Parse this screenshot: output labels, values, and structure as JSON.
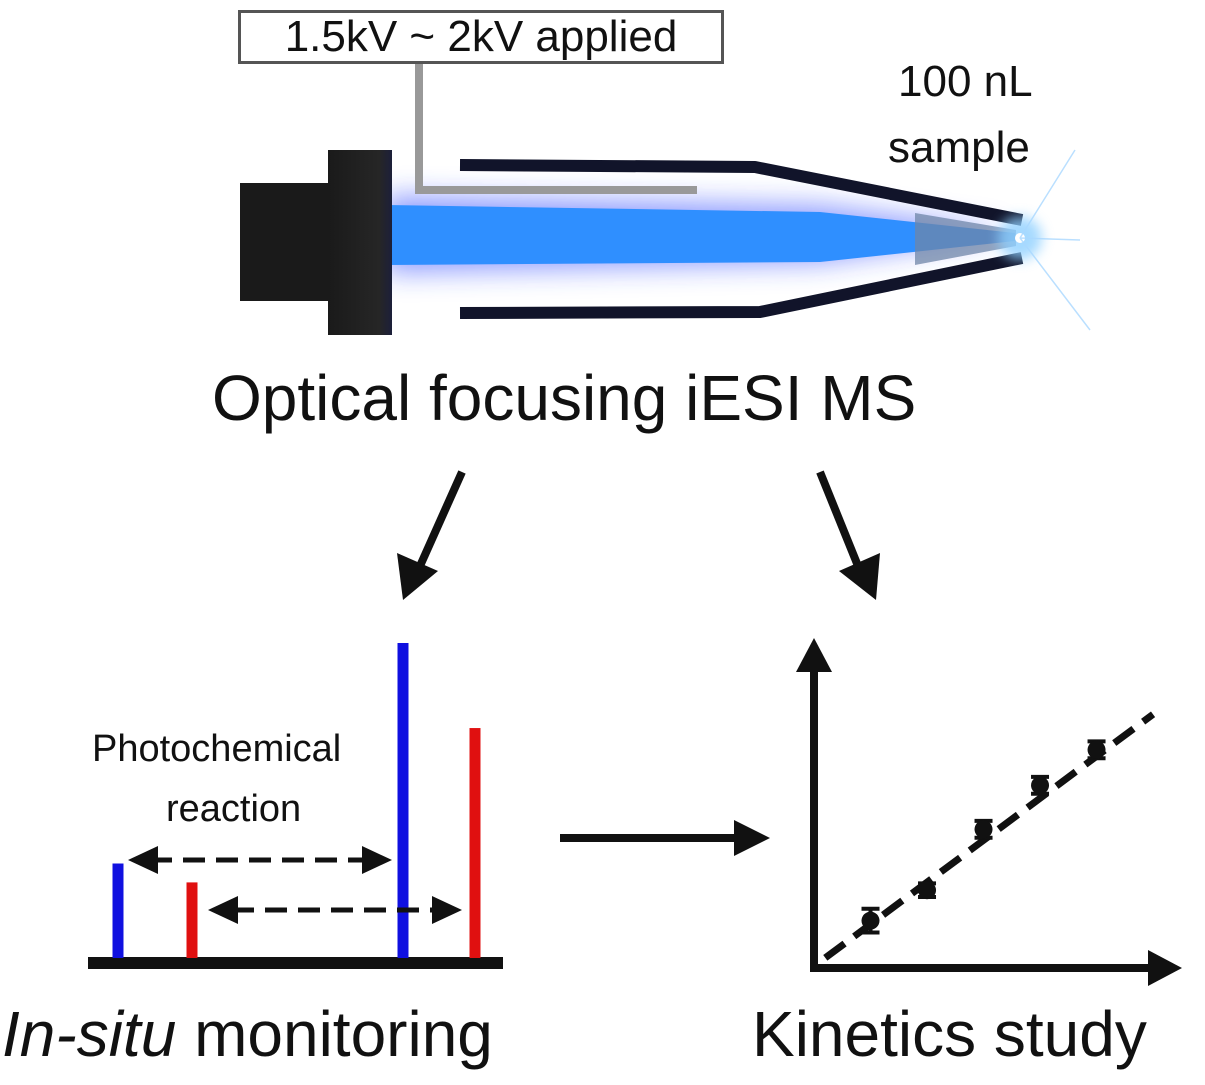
{
  "device": {
    "voltage_label": "1.5kV ~ 2kV applied",
    "sample_label_line1": "100 nL",
    "sample_label_line2": "sample",
    "title": "Optical focusing iESI MS",
    "colors": {
      "light_core": "#2f8fff",
      "light_glow": "#3a5cff",
      "capillary": "#11142a",
      "holder": "#1c1c1c",
      "wire": "#999999"
    }
  },
  "spectrum": {
    "reaction_label_line1": "Photochemical",
    "reaction_label_line2": "reaction",
    "caption_italic": "In-situ",
    "caption_rest": " monitoring",
    "peaks": [
      {
        "color": "#1010e0",
        "height": 0.3
      },
      {
        "color": "#e01010",
        "height": 0.24
      },
      {
        "color": "#1010e0",
        "height": 1.0
      },
      {
        "color": "#e01010",
        "height": 0.73
      }
    ]
  },
  "kinetics": {
    "caption": "Kinetics study",
    "points": [
      {
        "x": 1,
        "y": 1.0,
        "err": 0.35
      },
      {
        "x": 2,
        "y": 1.9,
        "err": 0.2
      },
      {
        "x": 3,
        "y": 3.7,
        "err": 0.25
      },
      {
        "x": 4,
        "y": 5.0,
        "err": 0.25
      },
      {
        "x": 5,
        "y": 6.05,
        "err": 0.25
      }
    ],
    "xlim": [
      0,
      6.3
    ],
    "ylim": [
      -0.4,
      9
    ],
    "fit_line": {
      "x0": 0.2,
      "y0": -0.1,
      "x1": 6.0,
      "y1": 7.1
    },
    "colors": {
      "marker": "#111111",
      "axis": "#111111"
    }
  }
}
